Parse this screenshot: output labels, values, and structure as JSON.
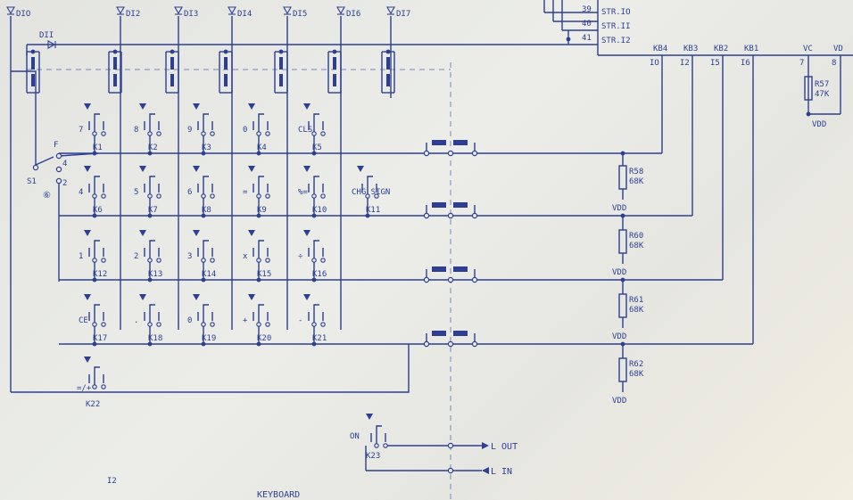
{
  "diagram": {
    "title": "KEYBOARD",
    "top_diodes": [
      {
        "id": "d10",
        "label": "DIO"
      },
      {
        "id": "d12",
        "label": "DI2"
      },
      {
        "id": "d13",
        "label": "DI3"
      },
      {
        "id": "d14",
        "label": "DI4"
      },
      {
        "id": "d15",
        "label": "DI5"
      },
      {
        "id": "d16",
        "label": "DI6"
      },
      {
        "id": "d17",
        "label": "DI7"
      }
    ],
    "d11_label": "DII",
    "str_labels": [
      {
        "pin": "39",
        "name": "STR.IO"
      },
      {
        "pin": "40",
        "name": "STR.II"
      },
      {
        "pin": "41",
        "name": "STR.I2"
      }
    ],
    "kb_labels": [
      {
        "name": "KB4",
        "pin": "IO"
      },
      {
        "name": "KB3",
        "pin": "I2"
      },
      {
        "name": "KB2",
        "pin": "I5"
      },
      {
        "name": "KB1",
        "pin": "I6"
      }
    ],
    "vc_labels": [
      {
        "name": "VC",
        "pin": "7"
      },
      {
        "name": "VD",
        "pin": "8"
      }
    ],
    "r57": {
      "name": "R57",
      "value": "47K"
    },
    "resistors": [
      {
        "name": "R58",
        "value": "68K"
      },
      {
        "name": "R60",
        "value": "68K"
      },
      {
        "name": "R61",
        "value": "68K"
      },
      {
        "name": "R62",
        "value": "68K"
      }
    ],
    "vdd": "VDD",
    "switch_s1": {
      "name": "S1",
      "pos_f": "F",
      "pos_4": "4",
      "pos_2": "2",
      "pos_x": "⑥"
    },
    "keys": [
      {
        "id": "K1",
        "legend": "7"
      },
      {
        "id": "K2",
        "legend": "8"
      },
      {
        "id": "K3",
        "legend": "9"
      },
      {
        "id": "K4",
        "legend": "0"
      },
      {
        "id": "K5",
        "legend": "CLS"
      },
      {
        "id": "K6",
        "legend": "4"
      },
      {
        "id": "K7",
        "legend": "5"
      },
      {
        "id": "K8",
        "legend": "6"
      },
      {
        "id": "K9",
        "legend": "="
      },
      {
        "id": "K10",
        "legend": "%="
      },
      {
        "id": "K11",
        "legend": "CHG SIGN"
      },
      {
        "id": "K12",
        "legend": "1"
      },
      {
        "id": "K13",
        "legend": "2"
      },
      {
        "id": "K14",
        "legend": "3"
      },
      {
        "id": "K15",
        "legend": "x"
      },
      {
        "id": "K16",
        "legend": "÷"
      },
      {
        "id": "K17",
        "legend": "CE"
      },
      {
        "id": "K18",
        "legend": "."
      },
      {
        "id": "K19",
        "legend": "0"
      },
      {
        "id": "K20",
        "legend": "+"
      },
      {
        "id": "K21",
        "legend": "-"
      },
      {
        "id": "K22",
        "legend": "=/+"
      },
      {
        "id": "K23",
        "legend": "ON"
      }
    ],
    "l_out": "L OUT",
    "l_in": "L IN",
    "page_mark": "I2"
  }
}
